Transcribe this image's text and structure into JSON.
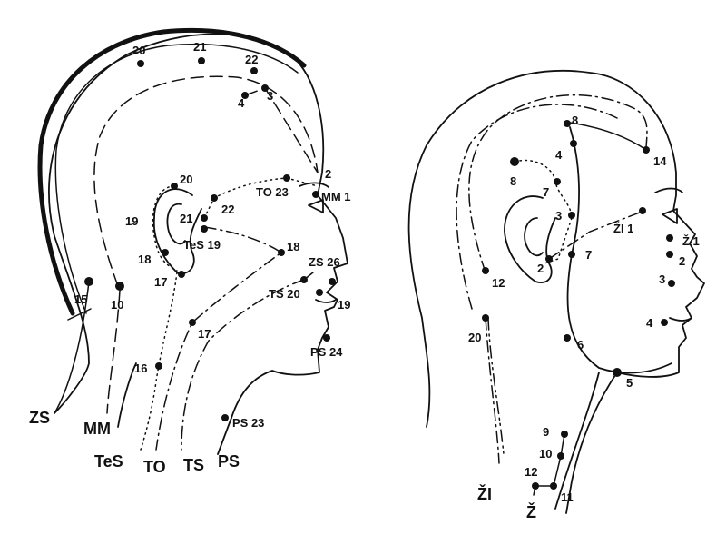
{
  "left_figure": {
    "meridians": {
      "zs": "ZS",
      "mm": "MM",
      "tes": "TeS",
      "to": "TO",
      "ts": "TS",
      "ps": "PS"
    },
    "points": {
      "p20": "20",
      "p21": "21",
      "p22": "22",
      "p4": "4",
      "p3": "3",
      "p15": "15",
      "p10": "10",
      "p2": "2",
      "to23": "TO 23",
      "mm1": "MM 1",
      "ear20": "20",
      "p19": "19",
      "ear21": "21",
      "ear22": "22",
      "tes19": "TeS 19",
      "p18a": "18",
      "p18b": "18",
      "p17a": "17",
      "p17b": "17",
      "zs26": "ZS 26",
      "ts20": "TS 20",
      "ts19": "19",
      "ps24": "PS 24",
      "p16": "16",
      "ps23": "PS 23"
    }
  },
  "right_figure": {
    "meridians": {
      "zi": "ŽI",
      "z": "Ž"
    },
    "points": {
      "p8a": "8",
      "p4": "4",
      "p14": "14",
      "p8b": "8",
      "p7a": "7",
      "p3a": "3",
      "zi1": "ŽI 1",
      "z1": "Ž 1",
      "p2a": "2",
      "p7b": "7",
      "p2b": "2",
      "p3b": "3",
      "p4b": "4",
      "p12a": "12",
      "p20": "20",
      "p6": "6",
      "p5": "5",
      "p9": "9",
      "p10": "10",
      "p12b": "12",
      "p11": "11"
    }
  }
}
